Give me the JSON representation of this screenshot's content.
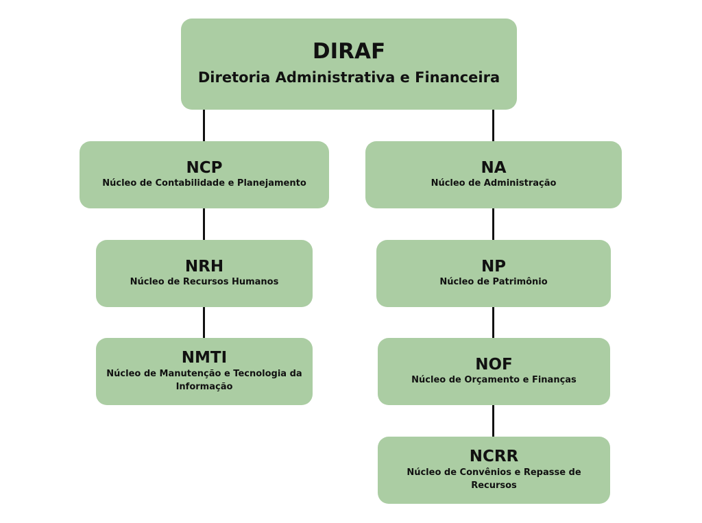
{
  "root": {
    "abbr": "DIRAF",
    "name": "Diretoria Administrativa e Financeira"
  },
  "left_branch": [
    {
      "abbr": "NCP",
      "name": "Núcleo de Contabilidade e Planejamento"
    },
    {
      "abbr": "NRH",
      "name": "Núcleo de Recursos Humanos"
    },
    {
      "abbr": "NMTI",
      "name": "Núcleo de Manutenção e Tecnologia da Informação"
    }
  ],
  "right_branch": [
    {
      "abbr": "NA",
      "name": "Núcleo de Administração"
    },
    {
      "abbr": "NP",
      "name": "Núcleo de Patrimônio"
    },
    {
      "abbr": "NOF",
      "name": "Núcleo de Orçamento e Finanças"
    },
    {
      "abbr": "NCRR",
      "name": "Núcleo de Convênios e Repasse de Recursos"
    }
  ],
  "colors": {
    "box": "#abcda3",
    "connector": "#111111"
  }
}
